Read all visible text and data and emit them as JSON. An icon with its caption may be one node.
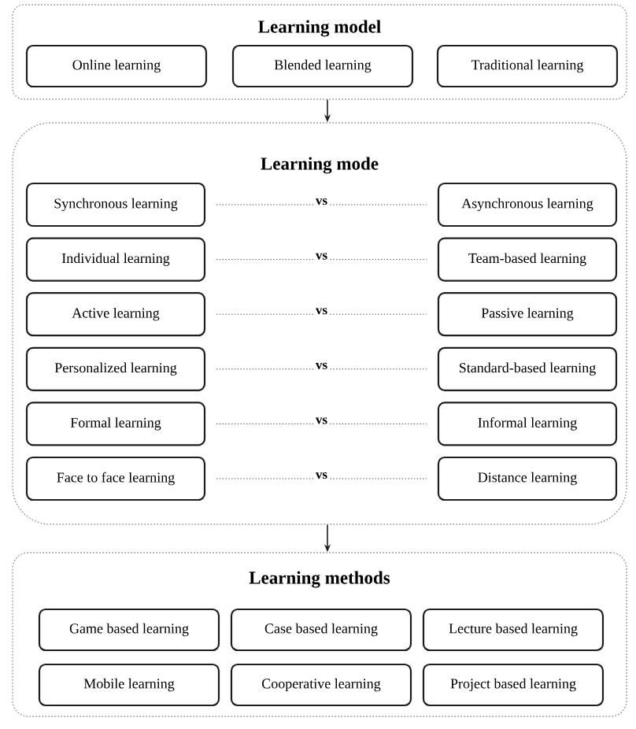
{
  "diagram": {
    "nodes": [
      {
        "text": [
          "Learning model"
        ]
      },
      {
        "text": [
          "Online learning"
        ],
        "in": 0
      },
      {
        "text": [
          "Blended learning"
        ],
        "in": 0
      },
      {
        "text": [
          "Traditional learning"
        ],
        "in": 0
      },
      {
        "text": [
          "Learning mode"
        ]
      },
      {
        "text": [
          "Synchronous learning"
        ],
        "in": 4
      },
      {
        "text": [
          "Asynchronous learning"
        ],
        "in": 4
      },
      {
        "text": [
          "Individual learning"
        ],
        "in": 4
      },
      {
        "text": [
          "Team-based learning"
        ],
        "in": 4
      },
      {
        "text": [
          "Active learning"
        ],
        "in": 4
      },
      {
        "text": [
          "Passive learning"
        ],
        "in": 4
      },
      {
        "text": [
          "Personalized learning"
        ],
        "in": 4
      },
      {
        "text": [
          "Standard-based learning"
        ],
        "in": 4
      },
      {
        "text": [
          "Formal learning"
        ],
        "in": 4
      },
      {
        "text": [
          "Informal learning"
        ],
        "in": 4
      },
      {
        "text": [
          "Face to face learning"
        ],
        "in": 4
      },
      {
        "text": [
          "Distance learning"
        ],
        "in": 4
      },
      {
        "text": [
          "Learning methods"
        ]
      },
      {
        "text": [
          "Game based learning"
        ],
        "in": 17
      },
      {
        "text": [
          "Case based learning"
        ],
        "in": 17
      },
      {
        "text": [
          "Lecture based learning"
        ],
        "in": 17
      },
      {
        "text": [
          "Mobile learning"
        ],
        "in": 17
      },
      {
        "text": [
          "Cooperative learning"
        ],
        "in": 17
      },
      {
        "text": [
          "Project based learning"
        ],
        "in": 17
      }
    ],
    "edges": [
      {
        "from": 0,
        "to": 4,
        "arrow": "to"
      },
      {
        "from": 4,
        "to": 17,
        "arrow": "to"
      },
      {
        "from": 5,
        "to": 6,
        "arrow": "none",
        "label": "vs",
        "style": "dashed"
      },
      {
        "from": 7,
        "to": 8,
        "arrow": "none",
        "label": "vs",
        "style": "dashed"
      },
      {
        "from": 9,
        "to": 10,
        "arrow": "none",
        "label": "vs",
        "style": "dashed"
      },
      {
        "from": 11,
        "to": 12,
        "arrow": "none",
        "label": "vs",
        "style": "dashed"
      },
      {
        "from": 13,
        "to": 14,
        "arrow": "none",
        "label": "vs",
        "style": "dashed"
      },
      {
        "from": 15,
        "to": 16,
        "arrow": "none",
        "label": "vs",
        "style": "dashed"
      }
    ]
  }
}
